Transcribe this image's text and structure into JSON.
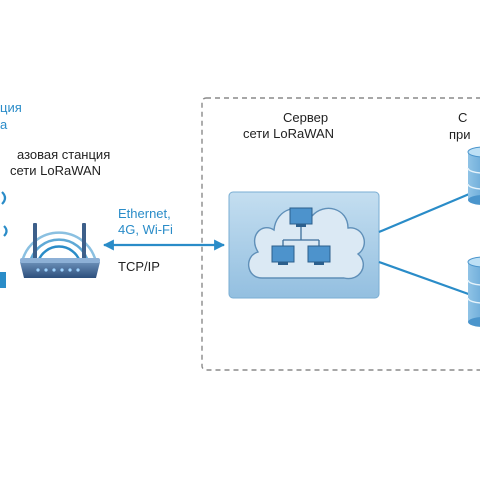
{
  "left_partial": {
    "line1": "ция",
    "line2": "а"
  },
  "gateway": {
    "line1": "азовая станция",
    "line2": "сети LoRaWAN"
  },
  "link": {
    "line1": "Ethernet,",
    "line2": "4G, Wi-Fi",
    "protocol": "TCP/IP"
  },
  "network_server": {
    "line1": "Сервер",
    "line2": "сети LoRaWAN"
  },
  "app_server_partial": {
    "line1": "С",
    "line2": "при"
  },
  "colors": {
    "accent": "#2a8cc8",
    "panel": "#a9cde6",
    "dashed_border": "#8a8a8a"
  }
}
